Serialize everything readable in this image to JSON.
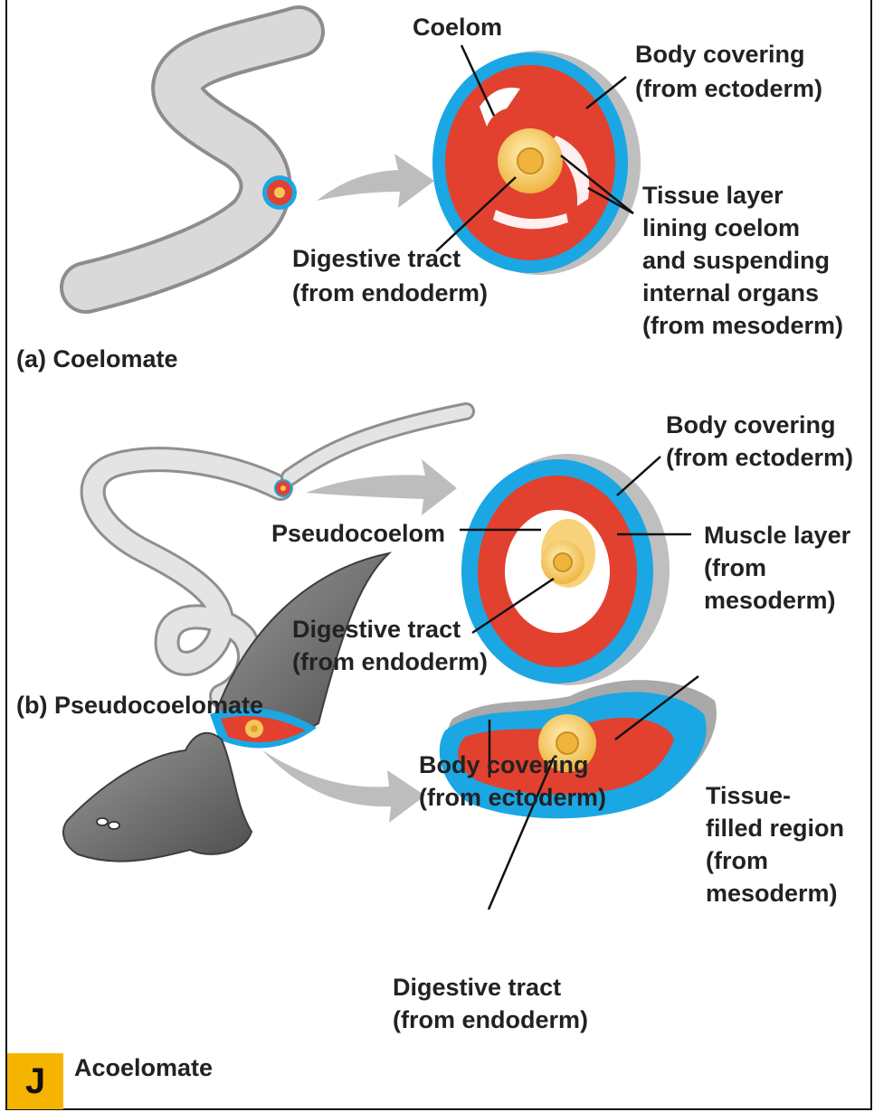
{
  "panel_a": {
    "caption": "(a) Coelomate",
    "coelom": "Coelom",
    "body_covering_1": "Body covering",
    "body_covering_2": "(from ectoderm)",
    "tissue_1": "Tissue layer",
    "tissue_2": "lining coelom",
    "tissue_3": "and suspending",
    "tissue_4": "internal organs",
    "tissue_5": "(from mesoderm)",
    "digestive_1": "Digestive tract",
    "digestive_2": "(from endoderm)"
  },
  "panel_b": {
    "caption": "(b) Pseudocoelomate",
    "body_covering_1": "Body covering",
    "body_covering_2": "(from ectoderm)",
    "pseudocoelom": "Pseudocoelom",
    "muscle_1": "Muscle layer",
    "muscle_2": "(from",
    "muscle_3": "mesoderm)",
    "digestive_1": "Digestive tract",
    "digestive_2": "(from endoderm)"
  },
  "panel_c": {
    "caption": "Acoelomate",
    "body_covering_1": "Body covering",
    "body_covering_2": "(from ectoderm)",
    "tissue_1": "Tissue-",
    "tissue_2": "filled region",
    "tissue_3": "(from",
    "tissue_4": "mesoderm)",
    "digestive_1": "Digestive tract",
    "digestive_2": "(from endoderm)"
  },
  "badge": "J",
  "colors": {
    "ectoderm": "#1ba7e3",
    "mesoderm": "#e2412f",
    "endoderm": "#f6c65b",
    "body": "#c9c9c9",
    "flatworm": "#7d7d7d",
    "arrow": "#bdbdbd"
  }
}
